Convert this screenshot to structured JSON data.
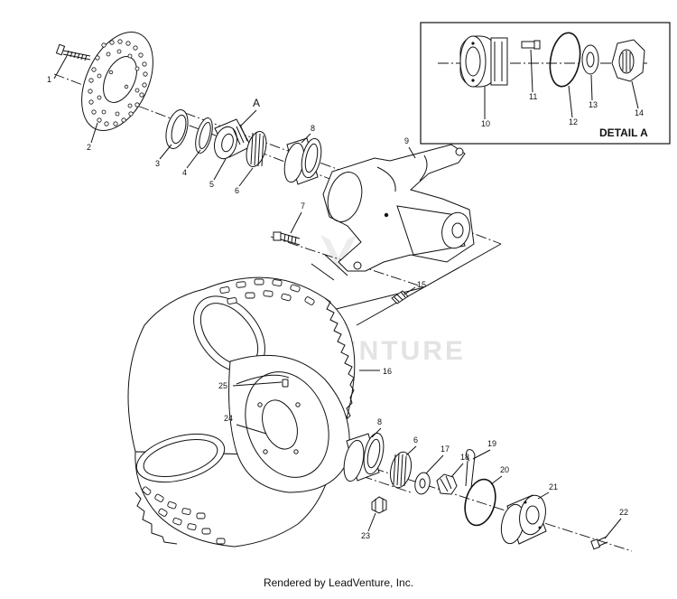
{
  "diagram": {
    "callouts": [
      "1",
      "2",
      "3",
      "4",
      "5",
      "6",
      "7",
      "8",
      "9",
      "15",
      "16",
      "25",
      "24",
      "8",
      "6",
      "17",
      "18",
      "19",
      "20",
      "21",
      "22",
      "23"
    ],
    "assembly_label": "A",
    "detail": {
      "title": "DETAIL A",
      "callouts": [
        "10",
        "11",
        "12",
        "13",
        "14"
      ]
    },
    "watermark": "LEADVENTURE"
  },
  "footer": {
    "text": "Rendered by LeadVenture, Inc."
  }
}
